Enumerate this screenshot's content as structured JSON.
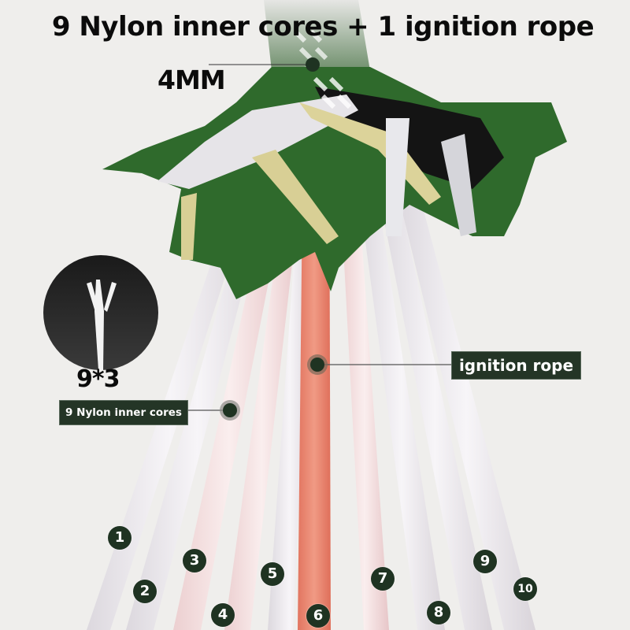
{
  "headline": "9 Nylon inner cores + 1 ignition rope",
  "diameter_label": "4MM",
  "inset": {
    "description": "twisted 3-strand nylon core detail",
    "label": "9*3"
  },
  "callouts": {
    "inner_cores": "9 Nylon inner cores",
    "ignition_rope": "ignition rope"
  },
  "strands": [
    {
      "number": "1",
      "type": "nylon"
    },
    {
      "number": "2",
      "type": "nylon"
    },
    {
      "number": "3",
      "type": "nylon"
    },
    {
      "number": "4",
      "type": "nylon"
    },
    {
      "number": "5",
      "type": "nylon"
    },
    {
      "number": "6",
      "type": "ignition"
    },
    {
      "number": "7",
      "type": "nylon"
    },
    {
      "number": "8",
      "type": "nylon"
    },
    {
      "number": "9",
      "type": "nylon"
    },
    {
      "number": "10",
      "type": "nylon"
    }
  ],
  "colors": {
    "background": "#efeeec",
    "badge": "#243526",
    "number_circle": "#1f3322",
    "ignition_rope": "#e8826b",
    "nylon_core": "#f3dede",
    "sheath_green": "#2f6a2c",
    "sheath_black": "#141414",
    "inset_circle": "#2a2a2a"
  }
}
